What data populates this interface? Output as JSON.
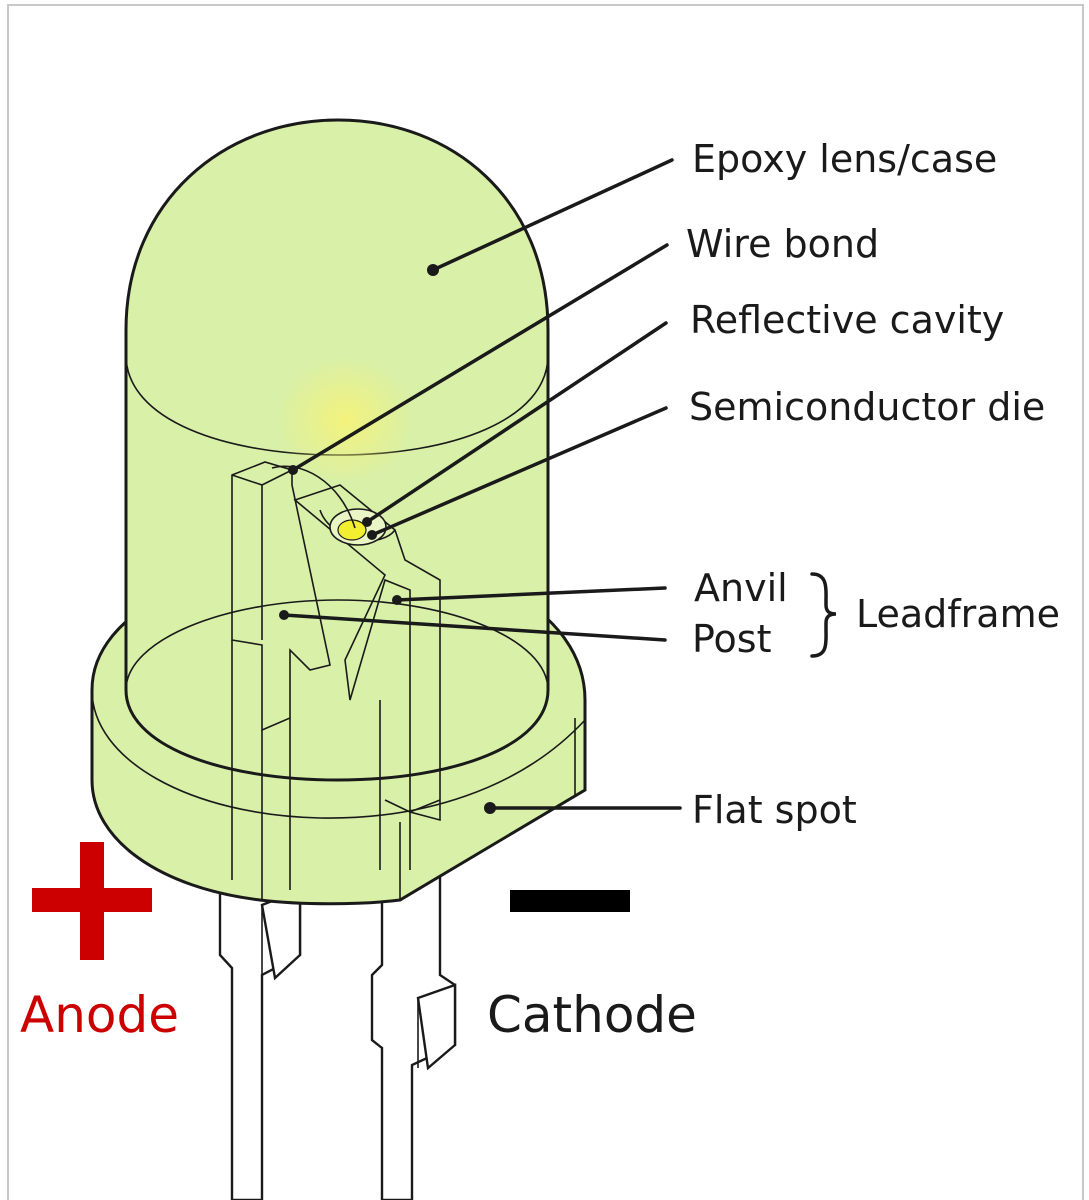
{
  "labels": {
    "epoxy": "Epoxy lens/case",
    "wire_bond": "Wire bond",
    "reflective_cavity": "Reflective cavity",
    "semiconductor_die": "Semiconductor die",
    "anvil": "Anvil",
    "post": "Post",
    "leadframe": "Leadframe",
    "flat_spot": "Flat spot",
    "anode": "Anode",
    "cathode": "Cathode"
  },
  "colors": {
    "epoxy": "#d8f0a8",
    "epoxy_stroke": "#1a1a1a",
    "die_glow": "#f2f07a",
    "anode": "#cc0000",
    "cathode_sign": "#000000",
    "text": "#1a1a1a"
  },
  "icons": {
    "plus": "plus-sign-icon",
    "minus": "minus-sign-icon"
  }
}
